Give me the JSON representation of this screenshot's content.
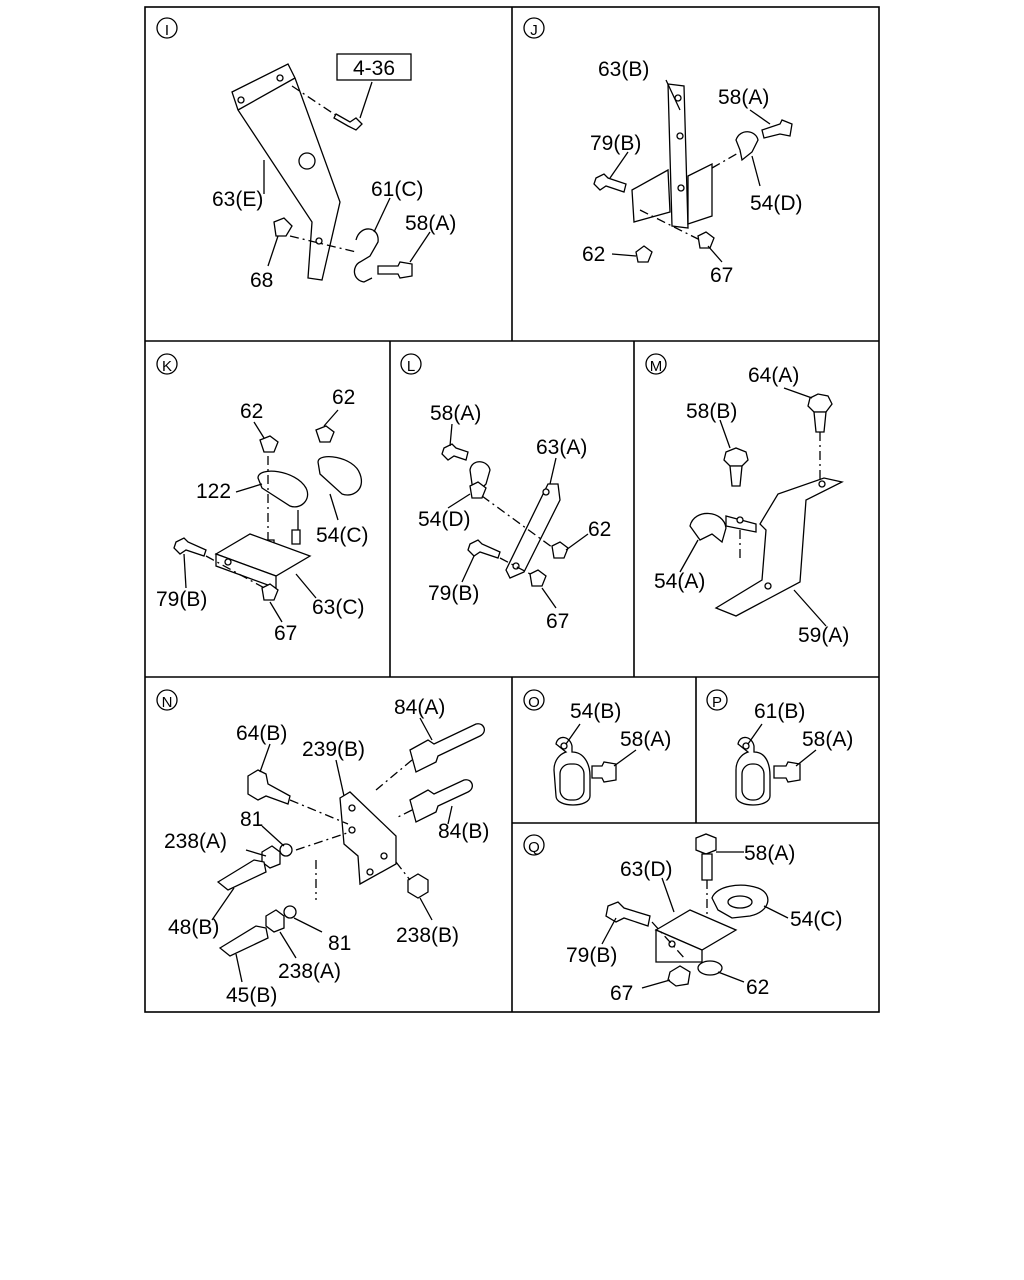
{
  "panels": {
    "I": {
      "letter": "I",
      "ref_box": "4-36",
      "labels": [
        "63(E)",
        "61(C)",
        "58(A)",
        "68"
      ]
    },
    "J": {
      "letter": "J",
      "labels": [
        "63(B)",
        "58(A)",
        "79(B)",
        "54(D)",
        "62",
        "67"
      ]
    },
    "K": {
      "letter": "K",
      "labels": [
        "62",
        "62",
        "122",
        "54(C)",
        "79(B)",
        "63(C)",
        "67"
      ]
    },
    "L": {
      "letter": "L",
      "labels": [
        "58(A)",
        "63(A)",
        "54(D)",
        "62",
        "79(B)",
        "67"
      ]
    },
    "M": {
      "letter": "M",
      "labels": [
        "64(A)",
        "58(B)",
        "54(A)",
        "59(A)"
      ]
    },
    "N": {
      "letter": "N",
      "labels": [
        "84(A)",
        "64(B)",
        "239(B)",
        "81",
        "84(B)",
        "238(A)",
        "48(B)",
        "81",
        "238(B)",
        "238(A)",
        "45(B)"
      ]
    },
    "O": {
      "letter": "O",
      "labels": [
        "54(B)",
        "58(A)"
      ]
    },
    "P": {
      "letter": "P",
      "labels": [
        "61(B)",
        "58(A)"
      ]
    },
    "Q": {
      "letter": "Q",
      "labels": [
        "58(A)",
        "63(D)",
        "54(C)",
        "79(B)",
        "67",
        "62"
      ]
    }
  }
}
